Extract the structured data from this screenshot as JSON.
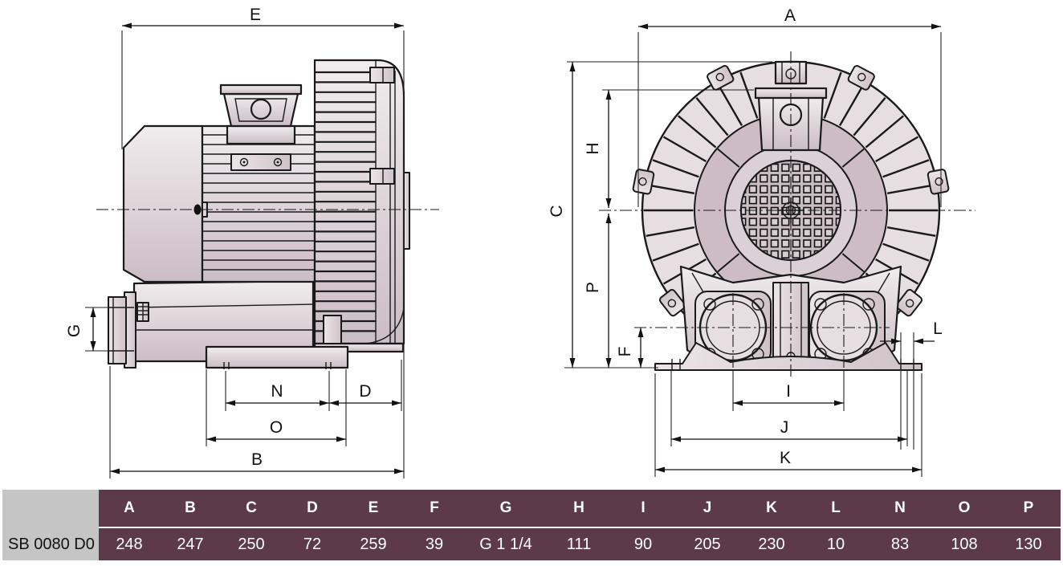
{
  "colors": {
    "table_bg": "#5c3a4a",
    "table_text": "#ffffff",
    "model_cell_bg": "#c6c5c5",
    "drawing_line": "#1a1a1a",
    "body_fill_light": "#efe9ec",
    "body_fill_dark": "#cbbdc4"
  },
  "drawing": {
    "side_view": {
      "dims": {
        "E": "E",
        "G": "G",
        "N": "N",
        "D": "D",
        "O": "O",
        "B": "B"
      }
    },
    "front_view": {
      "dims": {
        "A": "A",
        "C": "C",
        "H": "H",
        "P": "P",
        "F": "F",
        "L": "L",
        "I": "I",
        "J": "J",
        "K": "K"
      }
    }
  },
  "table": {
    "model": "SB 0080 D0",
    "columns": [
      "A",
      "B",
      "C",
      "D",
      "E",
      "F",
      "G",
      "H",
      "I",
      "J",
      "K",
      "L",
      "N",
      "O",
      "P"
    ],
    "values": [
      "248",
      "247",
      "250",
      "72",
      "259",
      "39",
      "G 1 1/4",
      "111",
      "90",
      "205",
      "230",
      "10",
      "83",
      "108",
      "130"
    ]
  }
}
